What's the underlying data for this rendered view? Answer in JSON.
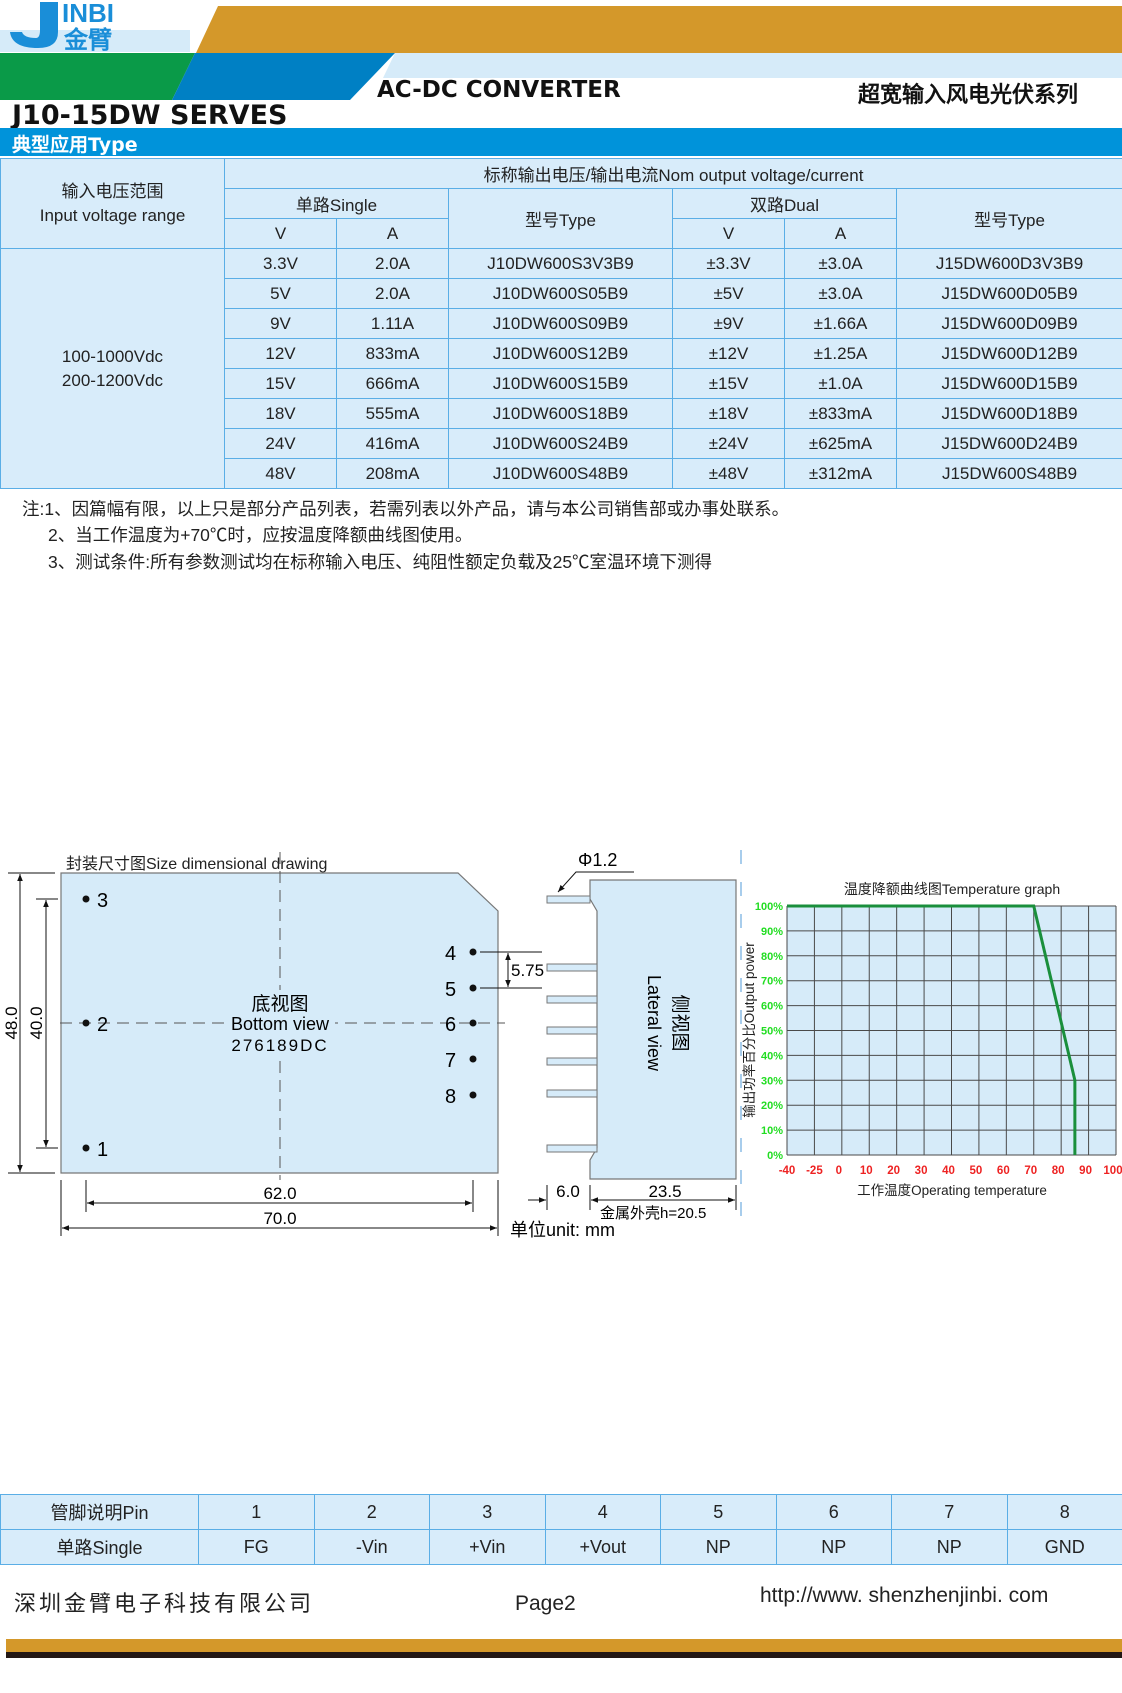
{
  "header": {
    "logo_text": "JINBI 金臂",
    "product_category": "AC-DC CONVERTER",
    "series_cn": "超宽输入风电光伏系列",
    "series_name": "J10-15DW SERVES",
    "section_title": "典型应用Type",
    "colors": {
      "gold": "#d4982a",
      "green": "#0a9a48",
      "blue": "#0080c4",
      "light_blue": "#d6ebf9",
      "bar_blue": "#0093da"
    }
  },
  "spec_table": {
    "input_header_cn": "输入电压范围",
    "input_header_en": "Input voltage range",
    "nominal_header": "标称输出电压/输出电流Nom output voltage/current",
    "single_header": "单路Single",
    "dual_header": "双路Dual",
    "type_header": "型号Type",
    "v_header": "V",
    "a_header": "A",
    "input_range_1": "100-1000Vdc",
    "input_range_2": "200-1200Vdc",
    "rows": [
      {
        "sv": "3.3V",
        "sa": "2.0A",
        "stype": "J10DW600S3V3B9",
        "dv": "±3.3V",
        "da": "±3.0A",
        "dtype": "J15DW600D3V3B9"
      },
      {
        "sv": "5V",
        "sa": "2.0A",
        "stype": "J10DW600S05B9",
        "dv": "±5V",
        "da": "±3.0A",
        "dtype": "J15DW600D05B9"
      },
      {
        "sv": "9V",
        "sa": "1.11A",
        "stype": "J10DW600S09B9",
        "dv": "±9V",
        "da": "±1.66A",
        "dtype": "J15DW600D09B9"
      },
      {
        "sv": "12V",
        "sa": "833mA",
        "stype": "J10DW600S12B9",
        "dv": "±12V",
        "da": "±1.25A",
        "dtype": "J15DW600D12B9"
      },
      {
        "sv": "15V",
        "sa": "666mA",
        "stype": "J10DW600S15B9",
        "dv": "±15V",
        "da": "±1.0A",
        "dtype": "J15DW600D15B9"
      },
      {
        "sv": "18V",
        "sa": "555mA",
        "stype": "J10DW600S18B9",
        "dv": "±18V",
        "da": "±833mA",
        "dtype": "J15DW600D18B9"
      },
      {
        "sv": "24V",
        "sa": "416mA",
        "stype": "J10DW600S24B9",
        "dv": "±24V",
        "da": "±625mA",
        "dtype": "J15DW600D24B9"
      },
      {
        "sv": "48V",
        "sa": "208mA",
        "stype": "J10DW600S48B9",
        "dv": "±48V",
        "da": "±312mA",
        "dtype": "J15DW600S48B9"
      }
    ]
  },
  "notes": [
    "注:1、因篇幅有限，以上只是部分产品列表，若需列表以外产品，请与本公司销售部或办事处联系。",
    "2、当工作温度为+70℃时，应按温度降额曲线图使用。",
    "3、测试条件:所有参数测试均在标称输入电压、纯阻性额定负载及25℃室温环境下测得"
  ],
  "drawing": {
    "title": "封装尺寸图Size dimensional  drawing",
    "bottom_view_cn": "底视图",
    "bottom_view_en": "Bottom view",
    "code": "276189DC",
    "pins": [
      "1",
      "2",
      "3",
      "4",
      "5",
      "6",
      "7",
      "8"
    ],
    "dim_48": "48.0",
    "dim_40": "40.0",
    "dim_62": "62.0",
    "dim_70": "70.0",
    "dim_575": "5.75",
    "pin_dia": "Φ1.2",
    "lateral_cn": "侧视图",
    "lateral_en": "Lateral  view",
    "dim_6": "6.0",
    "dim_235": "23.5",
    "case_height": "金属外壳h=20.5",
    "unit": "单位unit: mm"
  },
  "chart_data": {
    "type": "line",
    "title": "温度降额曲线图Temperature graph",
    "xlabel": "工作温度Operating  temperature",
    "ylabel": "输出功率百分比Output power",
    "x_ticks": [
      "-40",
      "-25",
      "0",
      "10",
      "20",
      "30",
      "40",
      "50",
      "60",
      "70",
      "80",
      "90",
      "100"
    ],
    "x_tick_values": [
      -40,
      -25,
      0,
      10,
      20,
      30,
      40,
      50,
      60,
      70,
      80,
      90,
      100
    ],
    "y_ticks": [
      "0%",
      "10%",
      "20%",
      "30%",
      "40%",
      "50%",
      "60%",
      "70%",
      "80%",
      "90%",
      "100%"
    ],
    "ylim": [
      0,
      100
    ],
    "xlim": [
      -40,
      100
    ],
    "grid": true,
    "series": [
      {
        "name": "derating",
        "x": [
          -40,
          70,
          85,
          85
        ],
        "y": [
          100,
          100,
          30,
          0
        ],
        "color": "#1a8f3c"
      }
    ],
    "colors": {
      "x_tick": "#ee2222",
      "y_tick": "#22dd22",
      "grid": "#4a4a4a",
      "bg": "#d6ebf9"
    }
  },
  "pin_table": {
    "header_label": "管脚说明Pin",
    "row_label": "单路Single",
    "pins": [
      "1",
      "2",
      "3",
      "4",
      "5",
      "6",
      "7",
      "8"
    ],
    "functions": [
      "FG",
      "-Vin",
      "+Vin",
      "+Vout",
      "NP",
      "NP",
      "NP",
      "GND"
    ]
  },
  "footer": {
    "company": "深圳金臂电子科技有限公司",
    "page": "Page2",
    "url": "http://www. shenzhenjinbi. com"
  }
}
